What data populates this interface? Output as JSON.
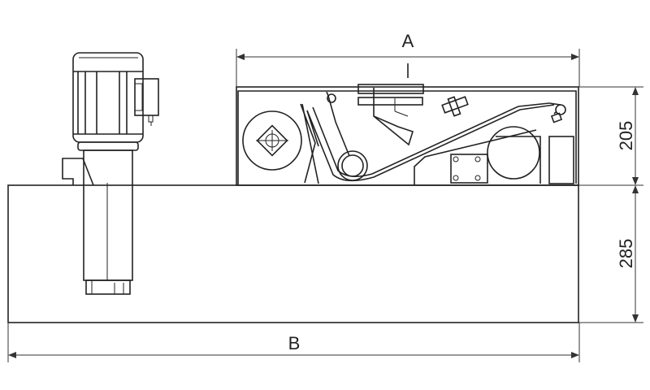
{
  "dimensions": {
    "A": "A",
    "B": "B",
    "height_upper": "205",
    "height_lower": "285"
  },
  "colors": {
    "line": "#222222",
    "background": "#ffffff"
  }
}
